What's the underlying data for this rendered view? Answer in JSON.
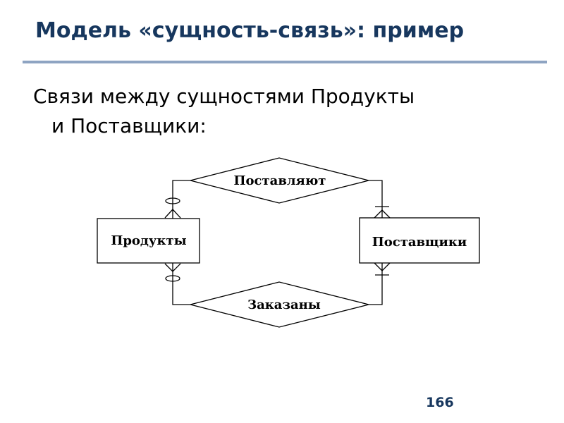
{
  "slide": {
    "title": "Модель «сущность-связь»: пример",
    "text_line1": "Связи между сущностями Продукты",
    "text_line2": "и Поставщики:",
    "page_number": "166"
  },
  "diagram": {
    "entities": {
      "products": "Продукты",
      "suppliers": "Поставщики"
    },
    "relationships": {
      "supply": "Поставляют",
      "ordered": "Заказаны"
    }
  }
}
